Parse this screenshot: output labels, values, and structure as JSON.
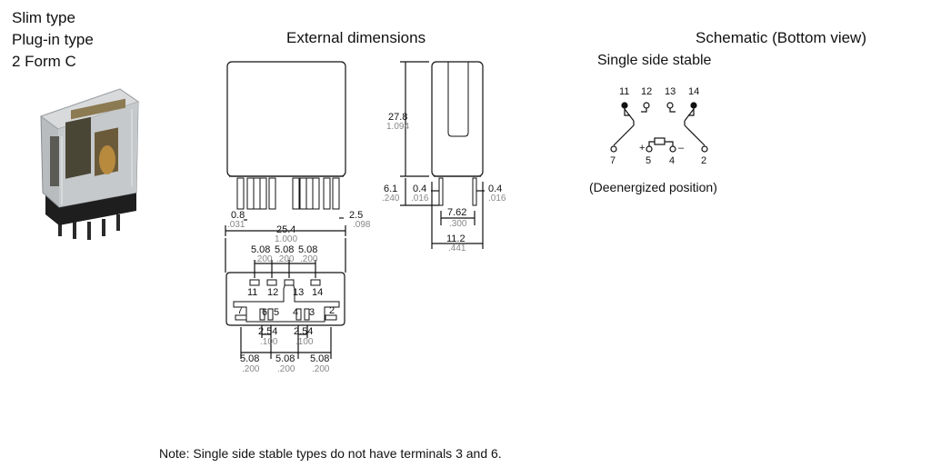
{
  "product": {
    "line1": "Slim type",
    "line2": "Plug-in type",
    "line3": "2 Form C"
  },
  "external_title": "External dimensions",
  "schematic_title": "Schematic (Bottom view)",
  "schematic_subtitle": "Single side stable",
  "schematic_state": "(Deenergized position)",
  "note": "Note: Single side stable types do not have terminals 3 and 6.",
  "dims": {
    "height_mm": "27.8",
    "height_in": "1.094",
    "pin_len_mm": "6.1",
    "pin_len_in": ".240",
    "pin_thk_mm": "0.4",
    "pin_thk_in": ".016",
    "pin_thk2_mm": "0.4",
    "pin_thk2_in": ".016",
    "pin_w_mm": "0.8",
    "pin_w_in": ".031",
    "pin_gap_mm": "2.5",
    "pin_gap_in": ".098",
    "width_mm": "25.4",
    "width_in": "1.000",
    "side_pitch_mm": "7.62",
    "side_pitch_in": ".300",
    "depth_mm": "11.2",
    "depth_in": ".441",
    "top_pitch1_mm": "5.08",
    "top_pitch1_in": ".200",
    "top_pitch2_mm": "5.08",
    "top_pitch2_in": ".200",
    "top_pitch3_mm": "5.08",
    "top_pitch3_in": ".200",
    "mid_pitch1_mm": "2.54",
    "mid_pitch1_in": ".100",
    "mid_pitch2_mm": "2.54",
    "mid_pitch2_in": ".100",
    "bot_pitch1_mm": "5.08",
    "bot_pitch1_in": ".200",
    "bot_pitch2_mm": "5.08",
    "bot_pitch2_in": ".200",
    "bot_pitch3_mm": "5.08",
    "bot_pitch3_in": ".200"
  },
  "footprint_pins": {
    "p11": "11",
    "p12": "12",
    "p13": "13",
    "p14": "14",
    "p7": "7",
    "p6": "6",
    "p5": "5",
    "p4": "4",
    "p3": "3",
    "p2": "2"
  },
  "schematic_pins": {
    "s11": "11",
    "s12": "12",
    "s13": "13",
    "s14": "14",
    "s7": "7",
    "s5": "5",
    "s4": "4",
    "s2": "2",
    "plus": "+",
    "minus": "–"
  }
}
